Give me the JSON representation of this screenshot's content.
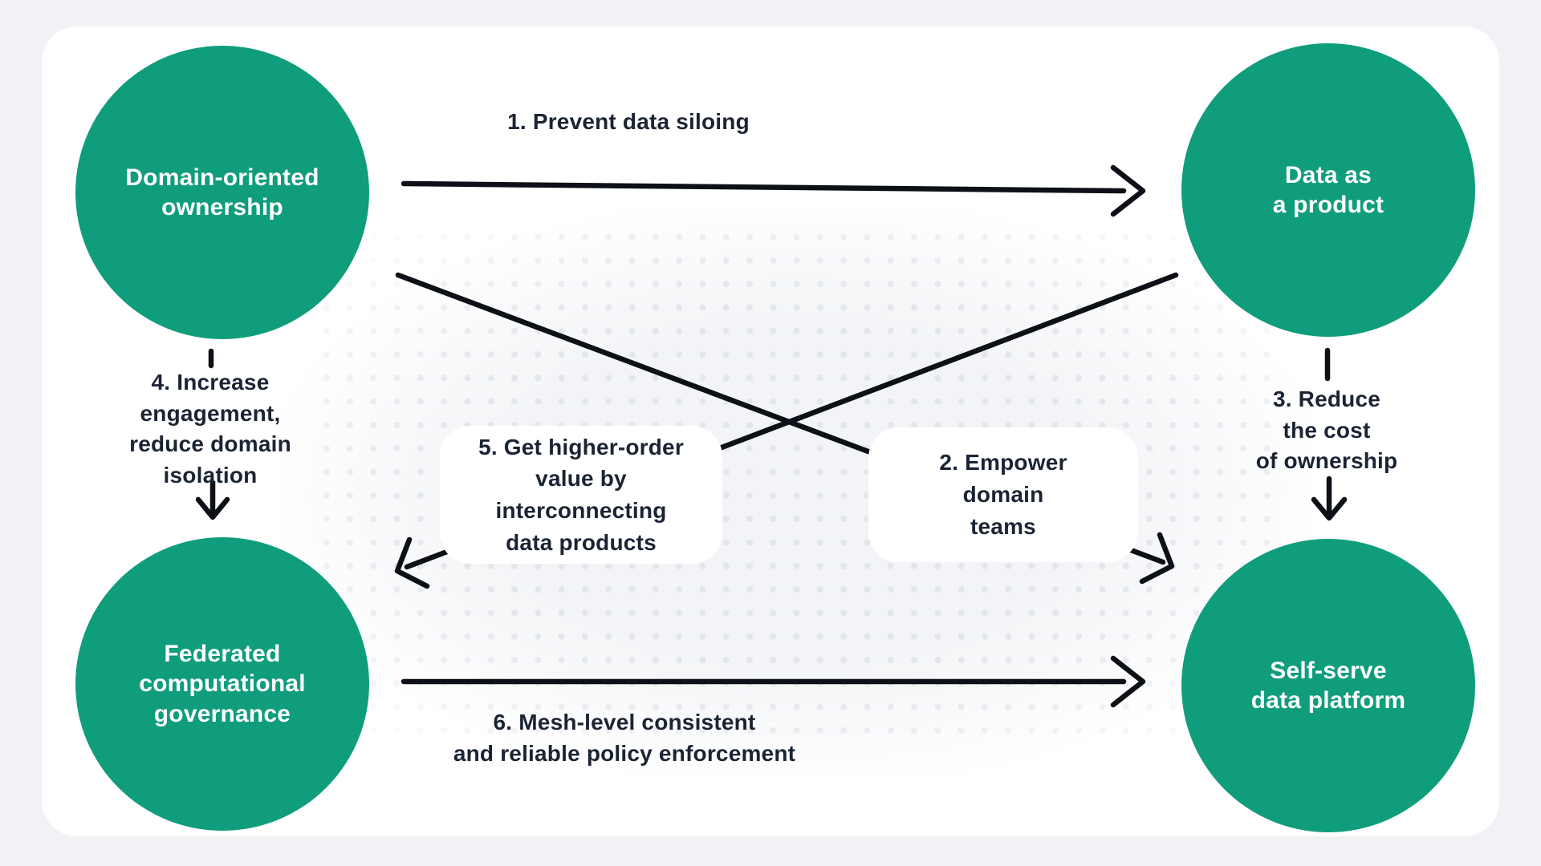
{
  "colors": {
    "page_background": "#f0f2f5",
    "card_background": "#ffffff",
    "node_fill": "#0f9d7c",
    "node_text": "#ffffff",
    "label_text": "#1b2433",
    "arrow": "#0d1117",
    "dot": "#e3e6eb"
  },
  "nodes": {
    "domain_ownership": {
      "label": "Domain-oriented\nownership"
    },
    "data_product": {
      "label": "Data as\na product"
    },
    "federated_governance": {
      "label": "Federated\ncomputational\ngovernance"
    },
    "self_serve_platform": {
      "label": "Self-serve\ndata platform"
    }
  },
  "edges": {
    "prevent_data_siloing": {
      "label": "1. Prevent data siloing",
      "from": "Domain-oriented ownership",
      "to": "Data as a product"
    },
    "empower_domain_teams": {
      "label": "2. Empower\ndomain\nteams",
      "from": "Domain-oriented ownership",
      "to": "Self-serve data platform"
    },
    "reduce_cost_of_ownership": {
      "label": "3. Reduce\nthe cost\nof ownership",
      "from": "Data as a product",
      "to": "Self-serve data platform"
    },
    "increase_engagement": {
      "label": "4. Increase\nengagement,\nreduce domain\nisolation",
      "from": "Domain-oriented ownership",
      "to": "Federated computational governance"
    },
    "higher_order_value": {
      "label": "5. Get higher-order\nvalue by\ninterconnecting\ndata products",
      "from": "Data as a product",
      "to": "Federated computational governance"
    },
    "policy_enforcement": {
      "label": "6. Mesh-level consistent\nand reliable policy enforcement",
      "from": "Federated computational governance",
      "to": "Self-serve data platform"
    }
  }
}
